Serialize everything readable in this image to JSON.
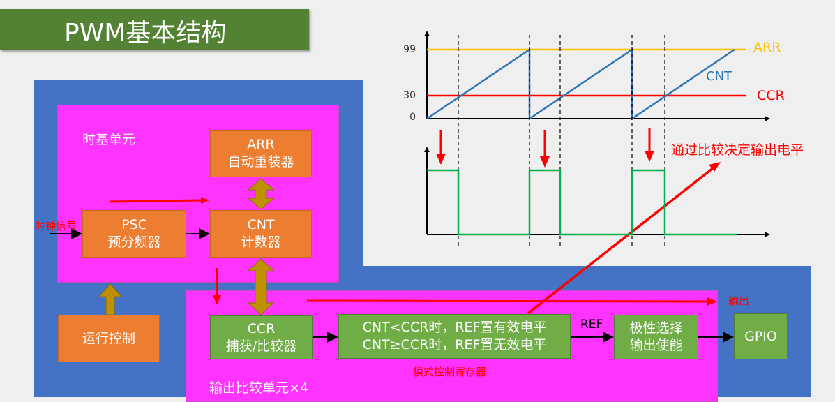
{
  "title": "PWM基本结构",
  "time_base": {
    "label": "时基单元",
    "arr_box": {
      "line1": "ARR",
      "line2": "自动重装器"
    },
    "psc_box": {
      "line1": "PSC",
      "line2": "预分频器"
    },
    "cnt_box": {
      "line1": "CNT",
      "line2": "计数器"
    },
    "clock_label": "时钟信号"
  },
  "run_control": "运行控制",
  "output_compare": {
    "label": "输出比较单元×4",
    "ccr_box": {
      "line1": "CCR",
      "line2": "捕获/比较器"
    },
    "mode_box": {
      "line1": "CNT<CCR时，REF置有效电平",
      "line2": "CNT≥CCR时，REF置无效电平"
    },
    "ref_label": "REF",
    "polarity_box": {
      "line1": "极性选择",
      "line2": "输出使能"
    },
    "mode_register": "模式控制寄存器",
    "output_label": "输出"
  },
  "gpio": "GPIO",
  "waveform": {
    "y_ticks": [
      "99",
      "30",
      "0"
    ],
    "arr_label": "ARR",
    "cnt_label": "CNT",
    "ccr_label": "CCR",
    "annotation": "通过比较决定输出电平"
  },
  "colors": {
    "arr_line": "#ffc000",
    "ccr_line": "#ff0000",
    "cnt_line": "#2e75b6",
    "pwm_line": "#00b050",
    "arrow_red": "#ff0000",
    "double_arrow": "#bf9000"
  }
}
